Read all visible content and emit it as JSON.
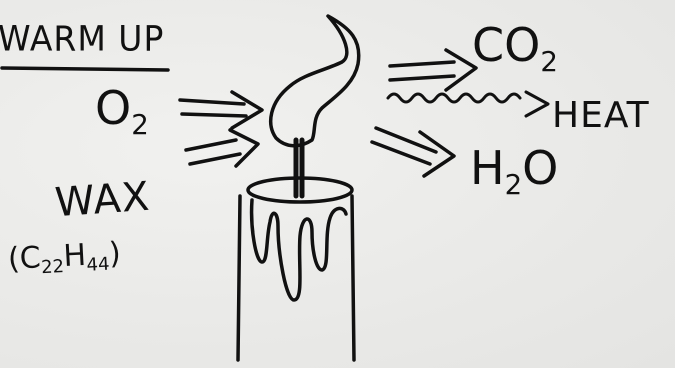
{
  "title": "WARM UP",
  "inputs": {
    "oxygen": {
      "main": "O",
      "sub": "2"
    },
    "wax": "WAX",
    "formula": {
      "open": "(C",
      "sub1": "22",
      "mid": "H",
      "sub2": "44",
      "close": ")"
    }
  },
  "outputs": {
    "carbon_dioxide": {
      "main": "CO",
      "sub": "2"
    },
    "heat": "HEAT",
    "water": {
      "h": "H",
      "sub": "2",
      "o": "O"
    }
  },
  "colors": {
    "ink": "#111111",
    "paper": "#ececea"
  }
}
